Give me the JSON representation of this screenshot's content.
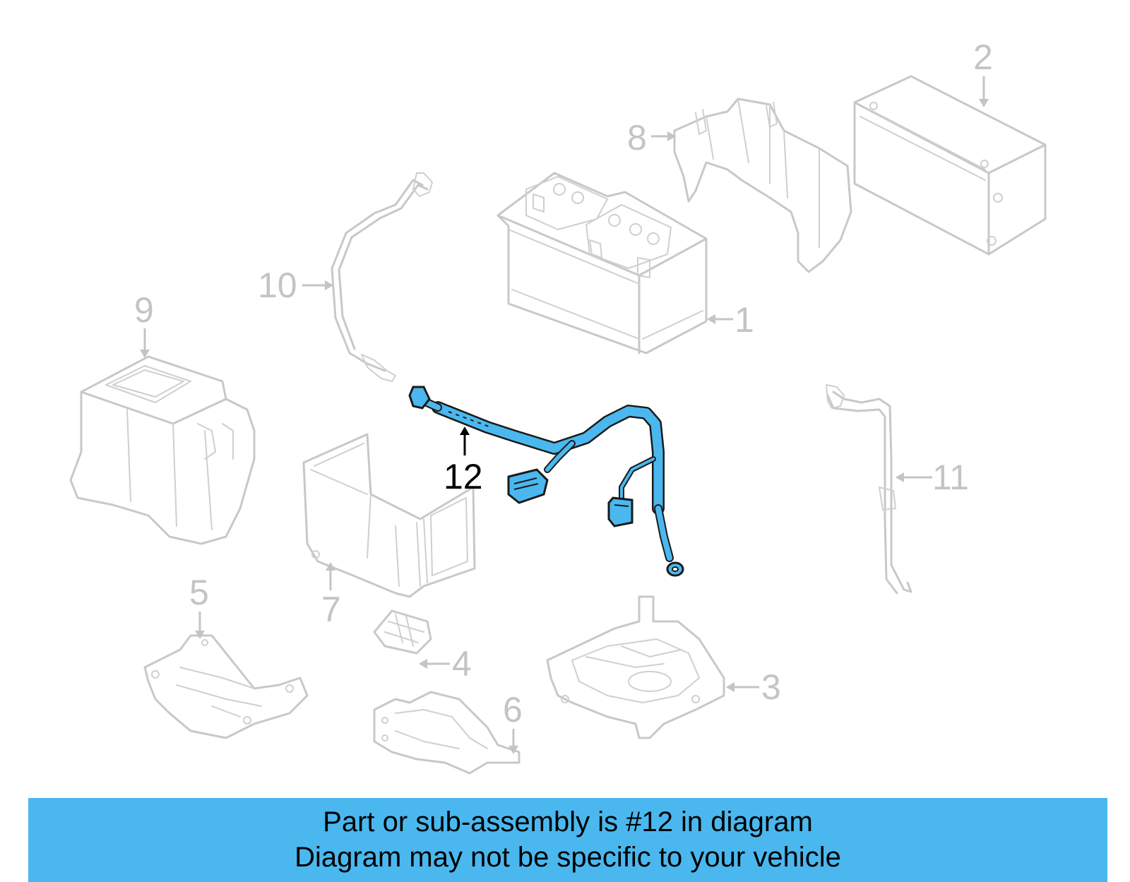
{
  "diagram": {
    "callouts": [
      {
        "id": "1",
        "label": "1",
        "highlighted": false
      },
      {
        "id": "2",
        "label": "2",
        "highlighted": false
      },
      {
        "id": "3",
        "label": "3",
        "highlighted": false
      },
      {
        "id": "4",
        "label": "4",
        "highlighted": false
      },
      {
        "id": "5",
        "label": "5",
        "highlighted": false
      },
      {
        "id": "6",
        "label": "6",
        "highlighted": false
      },
      {
        "id": "7",
        "label": "7",
        "highlighted": false
      },
      {
        "id": "8",
        "label": "8",
        "highlighted": false
      },
      {
        "id": "9",
        "label": "9",
        "highlighted": false
      },
      {
        "id": "10",
        "label": "10",
        "highlighted": false
      },
      {
        "id": "11",
        "label": "11",
        "highlighted": false
      },
      {
        "id": "12",
        "label": "12",
        "highlighted": true
      }
    ]
  },
  "banner": {
    "line1": "Part or sub-assembly is #12 in diagram",
    "line2": "Diagram may not be specific to your vehicle"
  },
  "colors": {
    "background": "#ffffff",
    "part_outline": "#c8c8c8",
    "label_gray": "#c4c4c4",
    "highlight_fill": "#4ab8ef",
    "highlight_stroke": "#1a1a1a",
    "banner_bg": "#4ab8ef",
    "banner_text": "#000000",
    "label_dark": "#000000"
  }
}
